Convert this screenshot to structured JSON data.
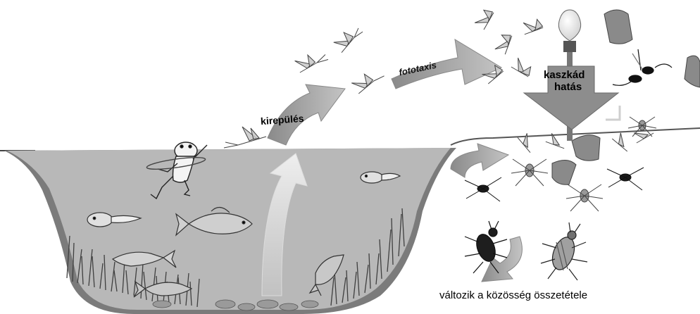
{
  "labels": {
    "emergence": "kirepülés",
    "phototaxis": "fototaxis",
    "cascade_line1": "kaszkád",
    "cascade_line2": "hatás",
    "community": "változik a közösség összetétele"
  },
  "colors": {
    "water": "#b7b7b7",
    "bank": "#6f6f6f",
    "arrow_gray": "#a8a8a8",
    "arrow_light": "#e6e6e6",
    "vegetation": "#4a4a4a"
  }
}
